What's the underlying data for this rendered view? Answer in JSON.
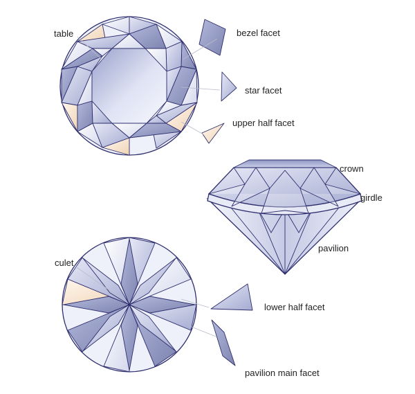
{
  "colors": {
    "outline": "#2e2e6e",
    "facet_light": "#eef0fa",
    "facet_mid": "#c8cde6",
    "facet_dark": "#8e95bd",
    "warm_reflection": "#f3dcc4",
    "leader_line": "#b8bccb"
  },
  "labels": {
    "table": "table",
    "bezel_facet": "bezel facet",
    "star_facet": "star facet",
    "upper_half_facet": "upper half facet",
    "crown": "crown",
    "girdle": "girdle",
    "pavilion": "pavilion",
    "culet": "culet",
    "lower_half_facet": "lower half facet",
    "pavilion_main_facet": "pavilion main facet"
  }
}
